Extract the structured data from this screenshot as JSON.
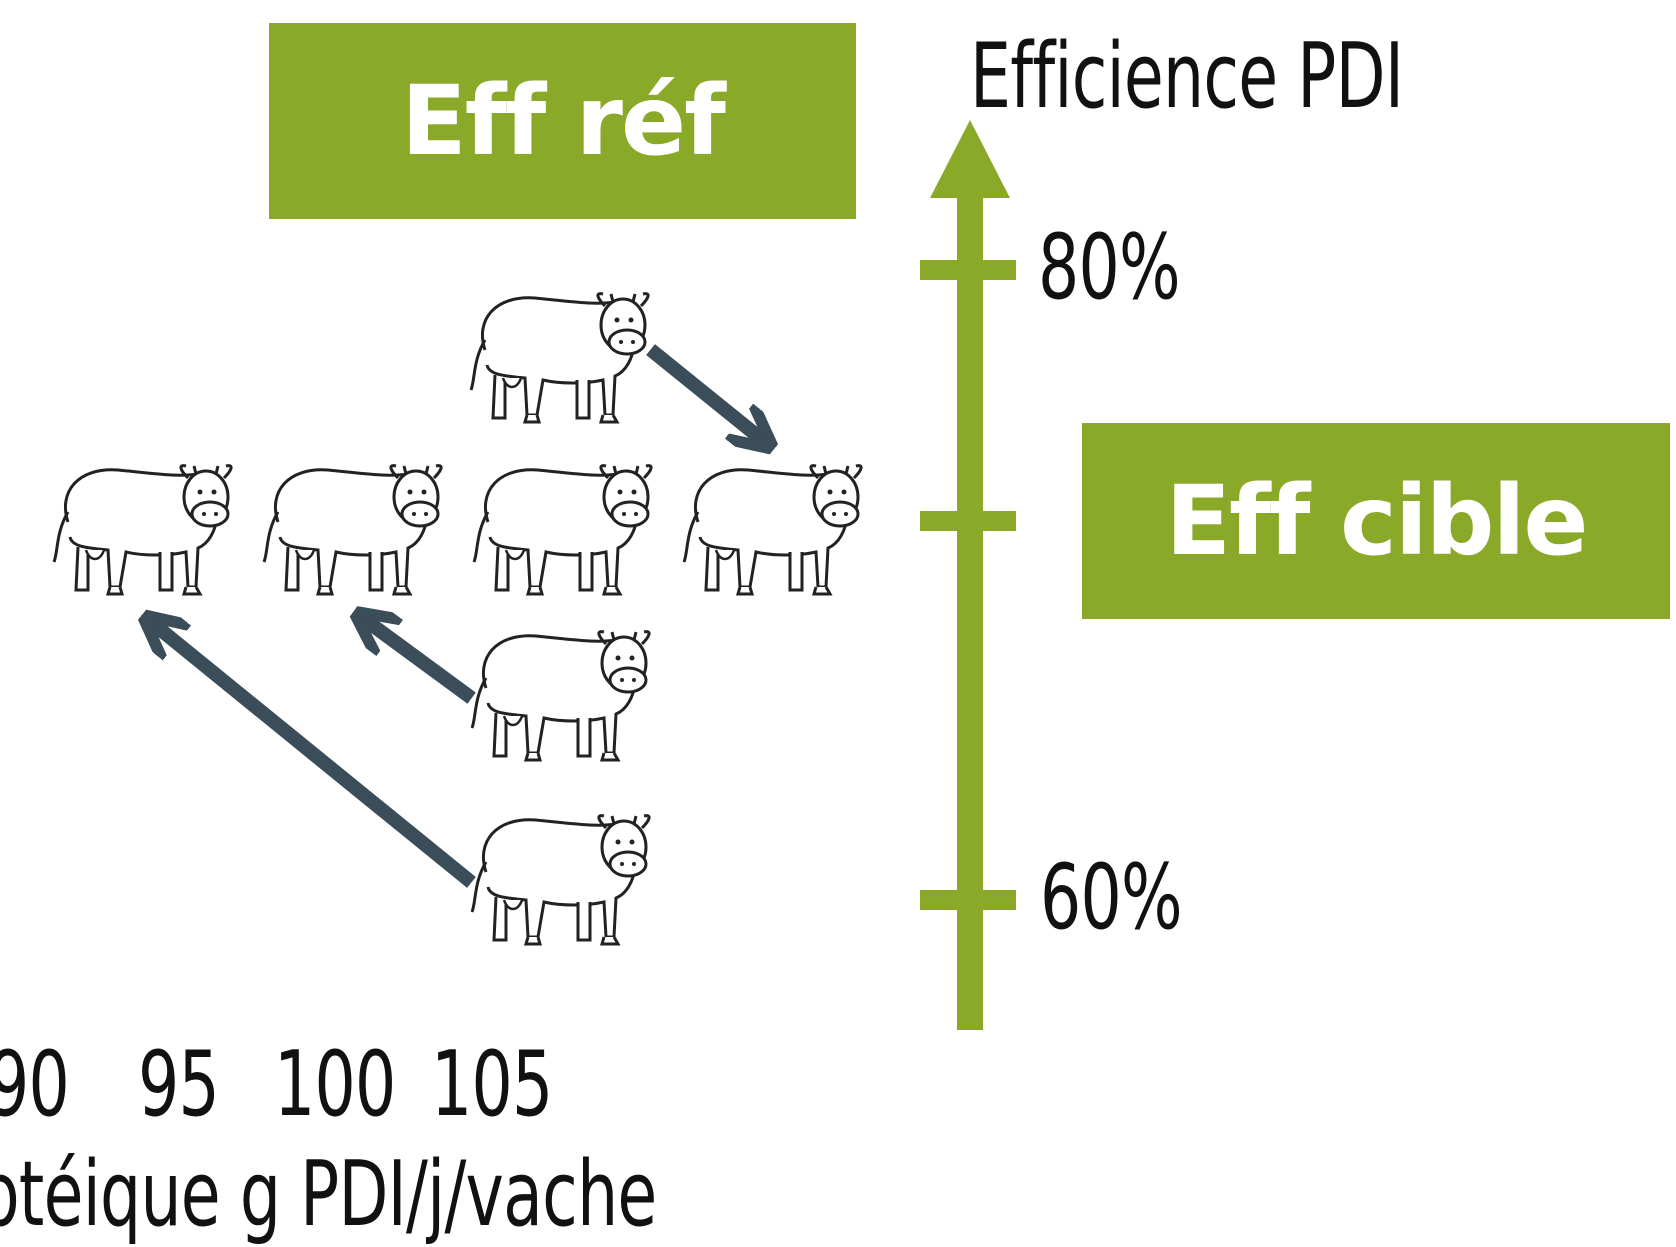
{
  "labels": {
    "eff_ref": "Eff réf",
    "eff_cible": "Eff cible",
    "axis_title": "Efficience PDI",
    "tick_80": "80%",
    "tick_60": "60%",
    "x_ticks": [
      "90",
      "95",
      "100",
      "105"
    ],
    "x_label": "otéique g PDI/j/vache"
  },
  "colors": {
    "green": "#8aa928",
    "arrow": "#3a4d59"
  },
  "icons": {
    "cow": "cow-icon",
    "arrow": "arrow-icon"
  }
}
